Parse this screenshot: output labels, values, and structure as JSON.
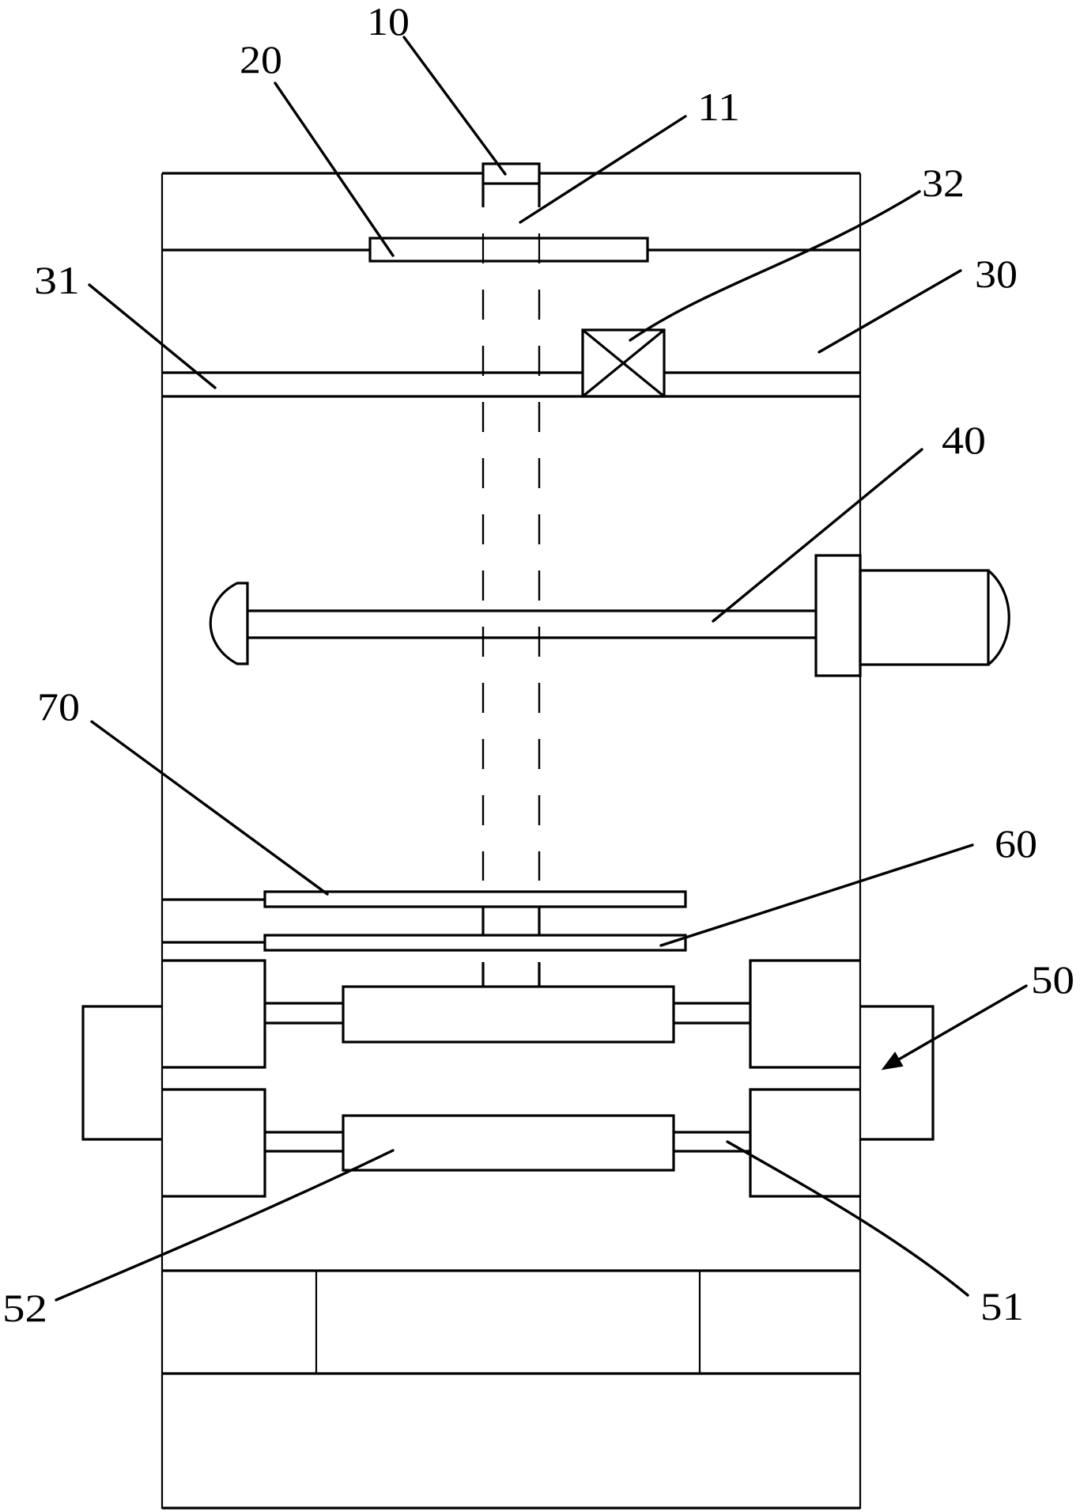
{
  "figure": {
    "type": "patent-schematic",
    "view": "front cross-section of apparatus",
    "line_color": "#000000",
    "background": "#ffffff"
  },
  "labels": [
    {
      "id": "10",
      "text": "10",
      "refers_to": "top inlet cap"
    },
    {
      "id": "11",
      "text": "11",
      "refers_to": "central vertical shaft / feed pipe"
    },
    {
      "id": "20",
      "text": "20",
      "refers_to": "upper plate"
    },
    {
      "id": "30",
      "text": "30",
      "refers_to": "upper chamber"
    },
    {
      "id": "31",
      "text": "31",
      "refers_to": "horizontal partition bar"
    },
    {
      "id": "32",
      "text": "32",
      "refers_to": "valve"
    },
    {
      "id": "40",
      "text": "40",
      "refers_to": "stirring shaft with motor"
    },
    {
      "id": "50",
      "text": "50",
      "refers_to": "roller assembly"
    },
    {
      "id": "51",
      "text": "51",
      "refers_to": "roller axle"
    },
    {
      "id": "52",
      "text": "52",
      "refers_to": "roller"
    },
    {
      "id": "60",
      "text": "60",
      "refers_to": "lower sieve plate"
    },
    {
      "id": "70",
      "text": "70",
      "refers_to": "upper sieve plate"
    }
  ]
}
